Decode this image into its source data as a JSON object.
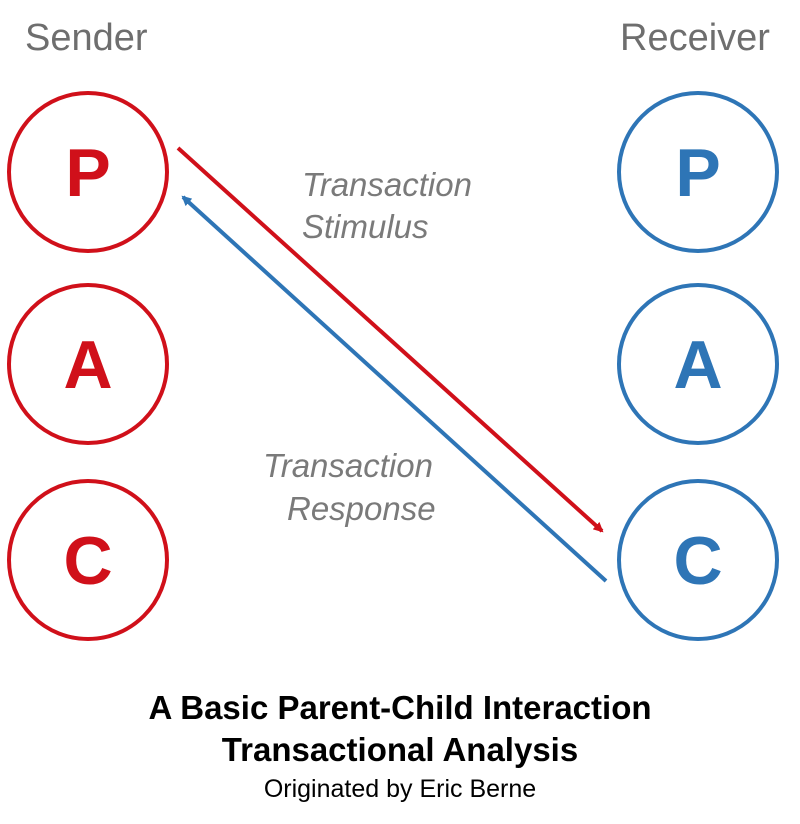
{
  "sender": {
    "heading": "Sender",
    "color": "#d0101a",
    "states": [
      "P",
      "A",
      "C"
    ]
  },
  "receiver": {
    "heading": "Receiver",
    "color": "#2e75b6",
    "states": [
      "P",
      "A",
      "C"
    ]
  },
  "arrows": {
    "stimulus_line1": "Transaction",
    "stimulus_line2": "Stimulus",
    "response_line1": "Transaction",
    "response_line2": "Response"
  },
  "caption": {
    "line1": "A Basic Parent-Child Interaction",
    "line2": "Transactional Analysis",
    "line3": "Originated by Eric Berne"
  }
}
